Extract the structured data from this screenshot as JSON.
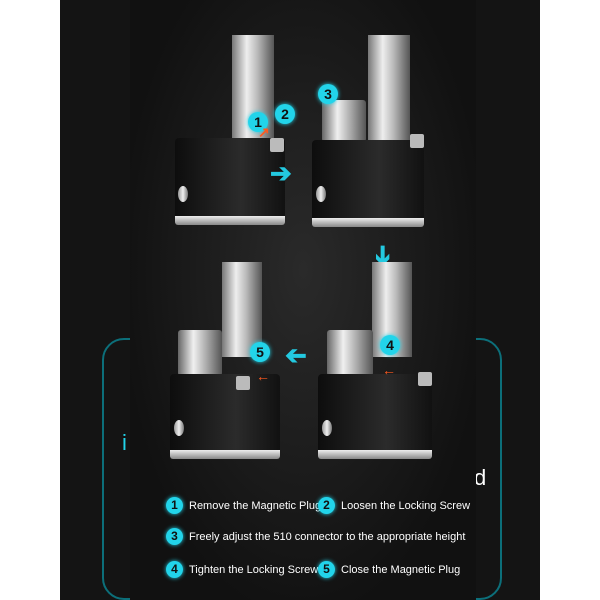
{
  "background_fragments": {
    "left": "i",
    "right": "d"
  },
  "diagram": {
    "markers": [
      "1",
      "2",
      "3",
      "4",
      "5"
    ],
    "colors": {
      "accent": "#22d4ea",
      "arrow_orange": "#ff5a1f",
      "frame": "#0c6f7a"
    }
  },
  "steps": [
    {
      "num": "1",
      "text": "Remove the Magnetic Plug"
    },
    {
      "num": "2",
      "text": "Loosen the Locking Screw"
    },
    {
      "num": "3",
      "text": "Freely adjust the 510 connector to the appropriate height"
    },
    {
      "num": "4",
      "text": "Tighten the Locking Screw"
    },
    {
      "num": "5",
      "text": "Close the Magnetic Plug"
    }
  ]
}
